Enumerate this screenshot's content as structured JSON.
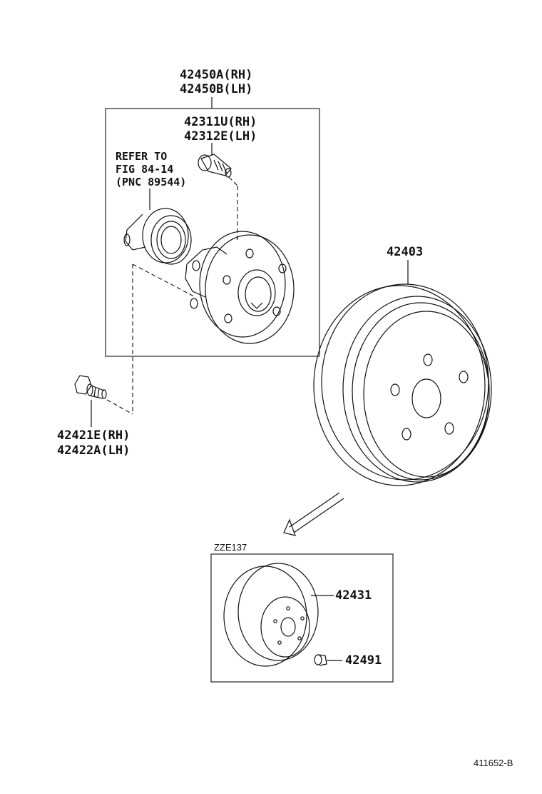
{
  "parts": {
    "hub_assembly": {
      "line1": "42450A(RH)",
      "line2": "42450B(LH)"
    },
    "hub_bolt": {
      "line1": "42311U(RH)",
      "line2": "42312E(LH)"
    },
    "refer_note": {
      "line1": "REFER TO",
      "line2": "FIG 84-14",
      "line3": "(PNC 89544)"
    },
    "brake_drum": {
      "number": "42403"
    },
    "mount_bolt": {
      "line1": "42421E(RH)",
      "line2": "42422A(LH)"
    },
    "disc": {
      "number": "42431"
    },
    "disc_screw": {
      "number": "42491"
    }
  },
  "variant_box": {
    "label": "ZZE137"
  },
  "figure_id": "411652-B"
}
